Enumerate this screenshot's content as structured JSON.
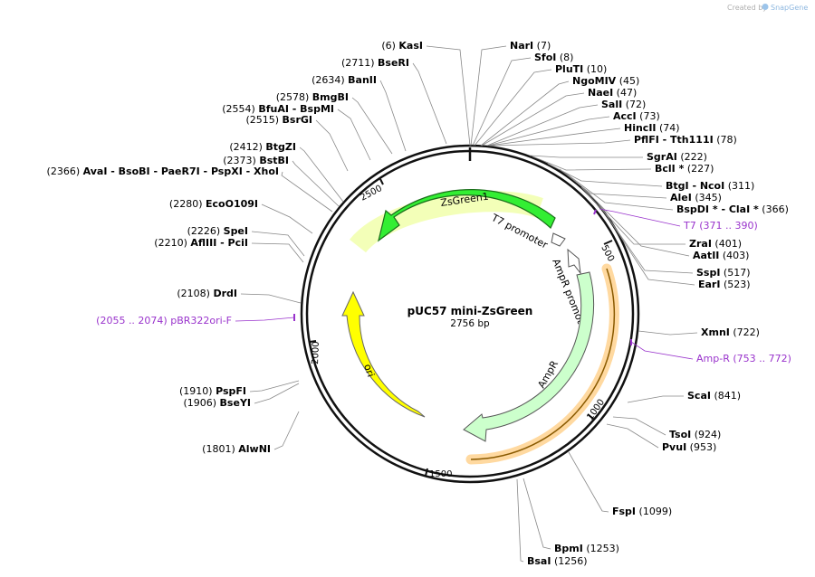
{
  "header": {
    "created_by": "Created by",
    "brand": "SnapGene"
  },
  "plasmid": {
    "name": "pUC57 mini-ZsGreen",
    "length": "2756 bp"
  },
  "ticks": [
    "500",
    "1000",
    "1500",
    "2000",
    "2500"
  ],
  "features": {
    "zsgreen": "ZsGreen1",
    "t7": "T7 promoter",
    "ampr_promoter": "AmpR promoter",
    "ampr": "AmpR",
    "ori": "ori"
  },
  "sites": [
    {
      "pos": "(6)",
      "text": "KasI"
    },
    {
      "text": "NarI",
      "pos": "(7)"
    },
    {
      "text": "SfoI",
      "pos": "(8)"
    },
    {
      "text": "PluTI",
      "pos": "(10)"
    },
    {
      "text": "NgoMIV",
      "pos": "(45)"
    },
    {
      "text": "NaeI",
      "pos": "(47)"
    },
    {
      "text": "SalI",
      "pos": "(72)"
    },
    {
      "text": "AccI",
      "pos": "(73)"
    },
    {
      "text": "HincII",
      "pos": "(74)"
    },
    {
      "text": "PflFI  -  Tth111I",
      "pos": "(78)"
    },
    {
      "text": "SgrAI",
      "pos": "(222)"
    },
    {
      "text": "BclI *",
      "pos": "(227)"
    },
    {
      "text": "BtgI  -  NcoI",
      "pos": "(311)"
    },
    {
      "text": "AleI",
      "pos": "(345)"
    },
    {
      "text": "BspDI *  -  ClaI *",
      "pos": "(366)"
    },
    {
      "text": "ZraI",
      "pos": "(401)"
    },
    {
      "text": "AatII",
      "pos": "(403)"
    },
    {
      "text": "SspI",
      "pos": "(517)"
    },
    {
      "text": "EarI",
      "pos": "(523)"
    },
    {
      "text": "XmnI",
      "pos": "(722)"
    },
    {
      "text": "ScaI",
      "pos": "(841)"
    },
    {
      "text": "TsoI",
      "pos": "(924)"
    },
    {
      "text": "PvuI",
      "pos": "(953)"
    },
    {
      "text": "FspI",
      "pos": "(1099)"
    },
    {
      "text": "BpmI",
      "pos": "(1253)"
    },
    {
      "text": "BsaI",
      "pos": "(1256)"
    },
    {
      "pos": "(1801)",
      "text": "AlwNI"
    },
    {
      "pos": "(1906)",
      "text": "BseYI"
    },
    {
      "pos": "(1910)",
      "text": "PspFI"
    },
    {
      "pos": "(2108)",
      "text": "DrdI"
    },
    {
      "pos": "(2210)",
      "text": "AflIII   -  PciI"
    },
    {
      "pos": "(2226)",
      "text": "SpeI"
    },
    {
      "pos": "(2280)",
      "text": "EcoO109I"
    },
    {
      "pos": "(2366)",
      "text": "AvaI   -  BsoBI   -  PaeR7I   -  PspXI   -  XhoI"
    },
    {
      "pos": "(2373)",
      "text": "BstBI"
    },
    {
      "pos": "(2412)",
      "text": "BtgZI"
    },
    {
      "pos": "(2515)",
      "text": "BsrGI"
    },
    {
      "pos": "(2554)",
      "text": "BfuAI   -  BspMI"
    },
    {
      "pos": "(2578)",
      "text": "BmgBI"
    },
    {
      "pos": "(2634)",
      "text": "BanII"
    },
    {
      "pos": "(2711)",
      "text": "BseRI"
    }
  ],
  "primers": [
    {
      "text": "T7",
      "range": "(371 .. 390)"
    },
    {
      "text": "Amp-R",
      "range": "(753 .. 772)"
    },
    {
      "text": "pBR322ori-F",
      "range": "(2055 .. 2074)"
    }
  ],
  "colors": {
    "zsgreen": "#33ee33",
    "ampr": "#ccffcc",
    "ori": "#ffff00",
    "primer": "#9933cc",
    "highlight": "#ffd9a0",
    "leader": "#888888"
  }
}
